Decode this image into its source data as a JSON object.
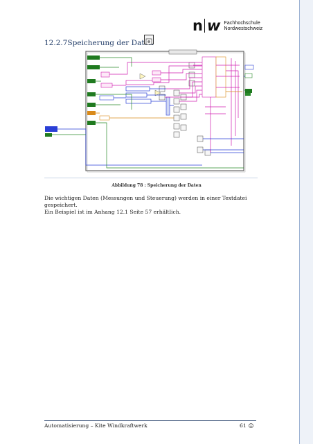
{
  "header": {
    "logo_mark": "n",
    "logo_mark_2": "w",
    "logo_line1": "Fachhochschule",
    "logo_line2": "Nordwestschweiz"
  },
  "section": {
    "number": "12.2.7",
    "title": "Speicherung der Daten",
    "icon": "labview-vi-icon"
  },
  "figure": {
    "caption": "Abbildung 78 : Speicherung der Daten",
    "description_type": "LabVIEW block diagram",
    "colors": {
      "wire_blue": "#2a3fd6",
      "wire_magenta": "#d01fb0",
      "wire_green": "#2a8a2a",
      "wire_orange": "#d98a1a",
      "border_gray": "#666666"
    }
  },
  "body": {
    "para1": "Die wichtigen Daten (Messungen und Steuerung) werden in einer Textdatei gespeichert.",
    "para2": "Ein Beispiel ist im Anhang 12.1 Seite 57 erhältlich."
  },
  "footer": {
    "left": "Automatisierung – Kite Windkraftwerk",
    "page_number": "61",
    "icon": "smiley-icon"
  }
}
